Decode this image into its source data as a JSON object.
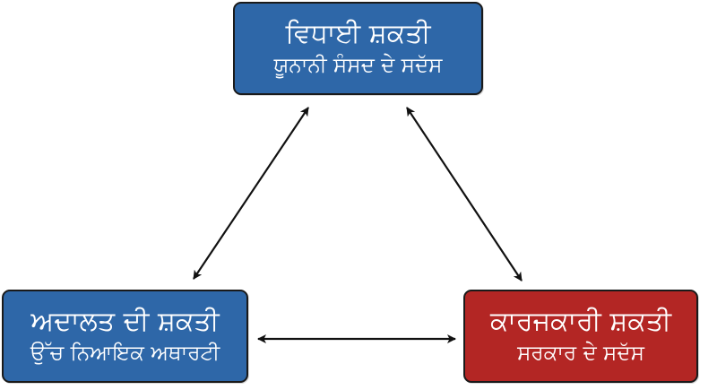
{
  "colors": {
    "blue": "#2e67a8",
    "red": "#b32624",
    "border": "#1a1a1a",
    "arrow": "#111111"
  },
  "nodes": {
    "legislative": {
      "title": "ਵਿਧਾਈ ਸ਼ਕਤੀ",
      "subtitle": "ਯੂਨਾਨੀ ਸੰਸਦ ਦੇ ਸਦੱਸ",
      "color": "#2e67a8"
    },
    "judicial": {
      "title": "ਅਦਾਲਤ ਦੀ ਸ਼ਕਤੀ",
      "subtitle": "ਉੱਚ ਨਿਆਇਕ ਅਥਾਰਟੀ",
      "color": "#2e67a8"
    },
    "executive": {
      "title": "ਕਾਰਜਕਾਰੀ ਸ਼ਕਤੀ",
      "subtitle": "ਸਰਕਾਰ ਦੇ ਸਦੱਸ",
      "color": "#b32624"
    }
  },
  "connections": [
    {
      "from": "legislative",
      "to": "judicial",
      "direction": "both"
    },
    {
      "from": "legislative",
      "to": "executive",
      "direction": "both"
    },
    {
      "from": "judicial",
      "to": "executive",
      "direction": "both"
    }
  ]
}
